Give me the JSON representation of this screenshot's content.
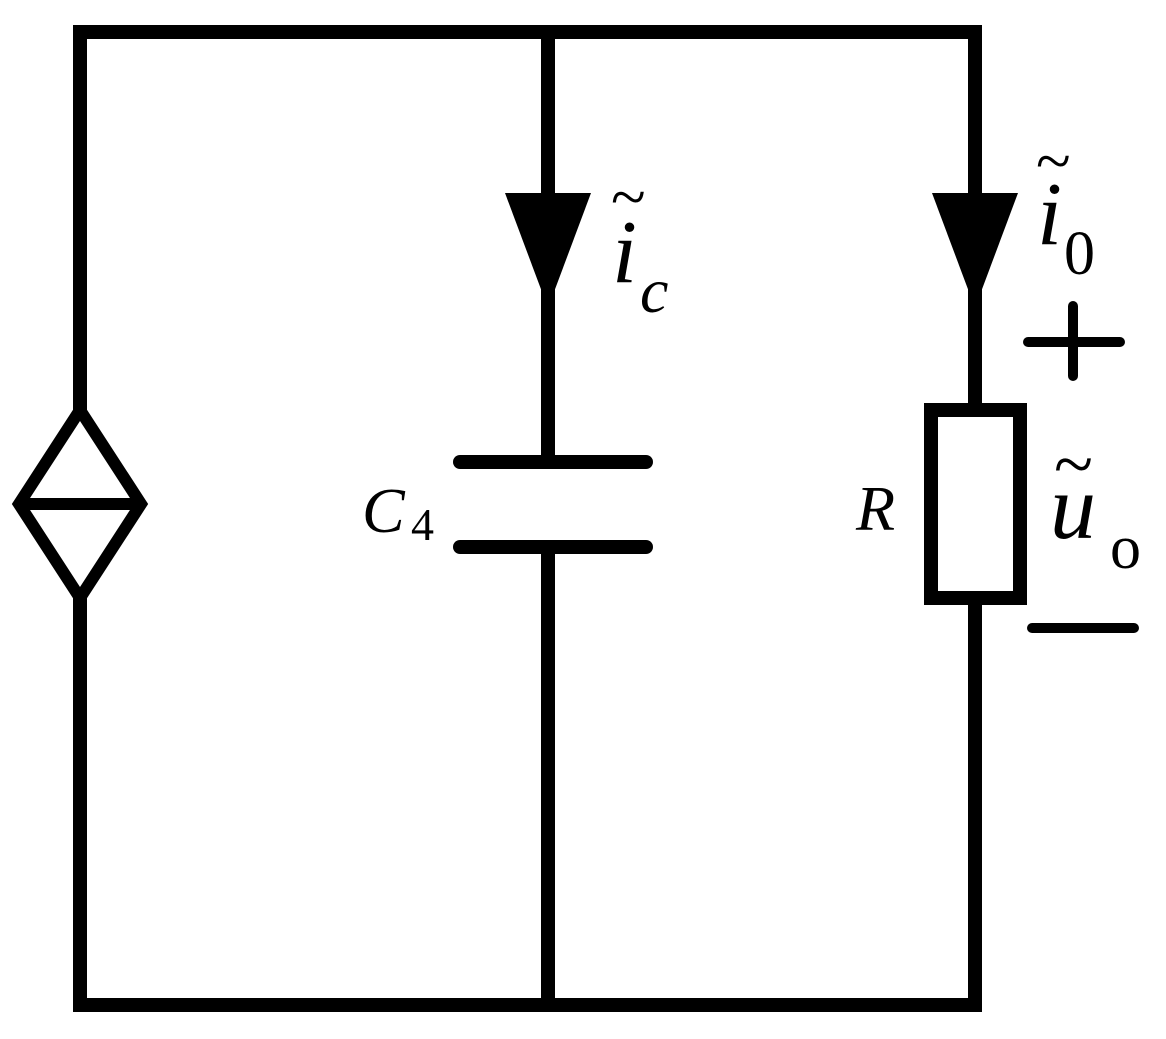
{
  "diagram": {
    "components": {
      "source": {
        "type": "dependent-current-source"
      },
      "capacitor": {
        "symbol": "C",
        "subscript": "4"
      },
      "resistor": {
        "symbol": "R"
      }
    },
    "currents": {
      "capacitor_current": {
        "symbol": "i",
        "tilde": "~",
        "subscript": "c"
      },
      "output_current": {
        "symbol": "i",
        "tilde": "~",
        "subscript": "0"
      }
    },
    "voltage": {
      "symbol": "u",
      "tilde": "~",
      "subscript": "o",
      "plus_sign": "+",
      "minus_sign": "—"
    },
    "colors": {
      "wire": "#000000",
      "background": "#ffffff"
    }
  }
}
